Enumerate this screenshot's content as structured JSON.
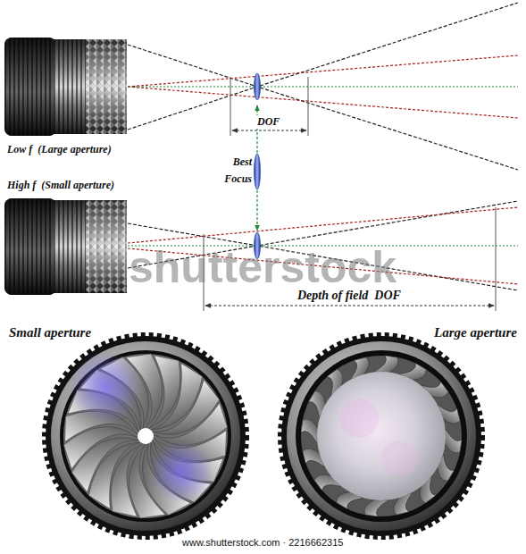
{
  "diagram": {
    "labels": [
      "Low f  (Large aperture)",
      "DOF",
      "Best Focus",
      "High f  (Small aperture)",
      "Depth of field  DOF",
      "shutterstock",
      "Small aperture",
      "Large aperture",
      "www.shutterstock.com · 2216662315"
    ]
  }
}
